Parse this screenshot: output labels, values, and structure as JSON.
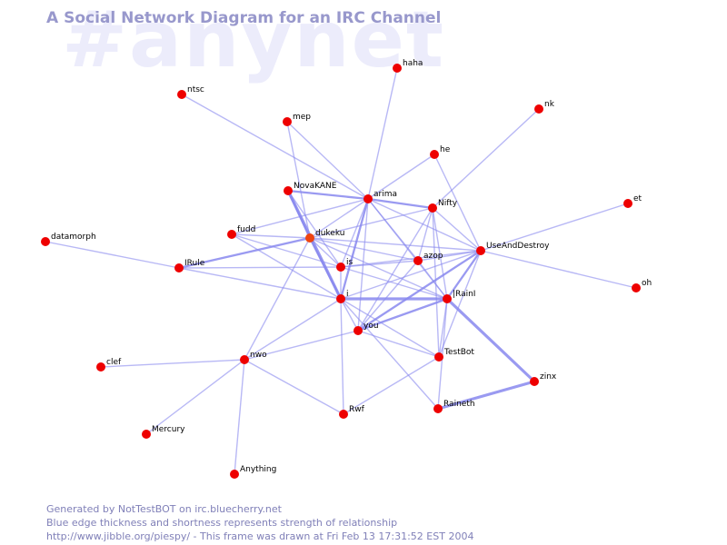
{
  "watermark": "#anynet",
  "title": "A Social Network Diagram for an IRC Channel",
  "footer": {
    "line1": "Generated by NotTestBOT on irc.bluecherry.net",
    "line2": "Blue edge thickness and shortness represents strength of relationship",
    "line3": "http://www.jibble.org/piespy/ - This frame was drawn at Fri Feb 13 17:31:52 EST 2004"
  },
  "colors": {
    "node": "#ee0000",
    "node_highlight": "#ee4411",
    "edge": "#8888ee",
    "title": "#9898cc",
    "watermark": "#ececfb",
    "footer": "#8080b8"
  },
  "nodes": [
    {
      "id": "haha",
      "label": "haha"
    },
    {
      "id": "ntsc",
      "label": "ntsc"
    },
    {
      "id": "mep",
      "label": "mep"
    },
    {
      "id": "nk",
      "label": "nk"
    },
    {
      "id": "he",
      "label": "he"
    },
    {
      "id": "NovaKANE",
      "label": "NovaKANE"
    },
    {
      "id": "arima",
      "label": "arima"
    },
    {
      "id": "Nifty",
      "label": "Nifty"
    },
    {
      "id": "et",
      "label": "et"
    },
    {
      "id": "fudd",
      "label": "fudd"
    },
    {
      "id": "dukeku",
      "label": "dukeku",
      "highlight": true
    },
    {
      "id": "datamorph",
      "label": "datamorph"
    },
    {
      "id": "UseAndDestroy",
      "label": "UseAndDestroy"
    },
    {
      "id": "IRule",
      "label": "IRule"
    },
    {
      "id": "is",
      "label": "is"
    },
    {
      "id": "azop",
      "label": "azop"
    },
    {
      "id": "oh",
      "label": "oh"
    },
    {
      "id": "i",
      "label": "i"
    },
    {
      "id": "IRainI",
      "label": "|RainI"
    },
    {
      "id": "you",
      "label": "you"
    },
    {
      "id": "TestBot",
      "label": "TestBot"
    },
    {
      "id": "clef",
      "label": "clef"
    },
    {
      "id": "nwo",
      "label": "nwo"
    },
    {
      "id": "zinx",
      "label": "zinx"
    },
    {
      "id": "Rwf",
      "label": "Rwf"
    },
    {
      "id": "Raineth",
      "label": "Raineth"
    },
    {
      "id": "Mercury",
      "label": "Mercury"
    },
    {
      "id": "Anything",
      "label": "Anything"
    }
  ],
  "edges": [
    {
      "source": "ntsc",
      "target": "arima",
      "weight": 1
    },
    {
      "source": "haha",
      "target": "arima",
      "weight": 1
    },
    {
      "source": "mep",
      "target": "arima",
      "weight": 1
    },
    {
      "source": "mep",
      "target": "dukeku",
      "weight": 1
    },
    {
      "source": "he",
      "target": "arima",
      "weight": 1
    },
    {
      "source": "he",
      "target": "UseAndDestroy",
      "weight": 1
    },
    {
      "source": "nk",
      "target": "Nifty",
      "weight": 1
    },
    {
      "source": "et",
      "target": "UseAndDestroy",
      "weight": 1
    },
    {
      "source": "oh",
      "target": "UseAndDestroy",
      "weight": 1
    },
    {
      "source": "NovaKANE",
      "target": "arima",
      "weight": 2
    },
    {
      "source": "NovaKANE",
      "target": "dukeku",
      "weight": 2
    },
    {
      "source": "NovaKANE",
      "target": "i",
      "weight": 3
    },
    {
      "source": "NovaKANE",
      "target": "is",
      "weight": 1
    },
    {
      "source": "arima",
      "target": "Nifty",
      "weight": 2
    },
    {
      "source": "arima",
      "target": "dukeku",
      "weight": 1
    },
    {
      "source": "arima",
      "target": "i",
      "weight": 2
    },
    {
      "source": "arima",
      "target": "is",
      "weight": 1
    },
    {
      "source": "arima",
      "target": "azop",
      "weight": 1
    },
    {
      "source": "arima",
      "target": "UseAndDestroy",
      "weight": 1
    },
    {
      "source": "arima",
      "target": "IRainI",
      "weight": 1
    },
    {
      "source": "arima",
      "target": "fudd",
      "weight": 1
    },
    {
      "source": "arima",
      "target": "you",
      "weight": 1
    },
    {
      "source": "Nifty",
      "target": "UseAndDestroy",
      "weight": 1
    },
    {
      "source": "Nifty",
      "target": "azop",
      "weight": 1
    },
    {
      "source": "Nifty",
      "target": "IRainI",
      "weight": 1
    },
    {
      "source": "Nifty",
      "target": "dukeku",
      "weight": 1
    },
    {
      "source": "Nifty",
      "target": "you",
      "weight": 1
    },
    {
      "source": "Nifty",
      "target": "TestBot",
      "weight": 1
    },
    {
      "source": "fudd",
      "target": "dukeku",
      "weight": 1
    },
    {
      "source": "fudd",
      "target": "is",
      "weight": 1
    },
    {
      "source": "fudd",
      "target": "i",
      "weight": 1
    },
    {
      "source": "datamorph",
      "target": "IRule",
      "weight": 1
    },
    {
      "source": "IRule",
      "target": "dukeku",
      "weight": 2
    },
    {
      "source": "IRule",
      "target": "i",
      "weight": 1
    },
    {
      "source": "IRule",
      "target": "is",
      "weight": 1
    },
    {
      "source": "dukeku",
      "target": "is",
      "weight": 1
    },
    {
      "source": "dukeku",
      "target": "i",
      "weight": 2
    },
    {
      "source": "dukeku",
      "target": "azop",
      "weight": 1
    },
    {
      "source": "dukeku",
      "target": "IRainI",
      "weight": 1
    },
    {
      "source": "dukeku",
      "target": "nwo",
      "weight": 1
    },
    {
      "source": "dukeku",
      "target": "UseAndDestroy",
      "weight": 1
    },
    {
      "source": "is",
      "target": "i",
      "weight": 1
    },
    {
      "source": "is",
      "target": "azop",
      "weight": 1
    },
    {
      "source": "is",
      "target": "UseAndDestroy",
      "weight": 1
    },
    {
      "source": "is",
      "target": "IRainI",
      "weight": 1
    },
    {
      "source": "azop",
      "target": "UseAndDestroy",
      "weight": 1
    },
    {
      "source": "azop",
      "target": "IRainI",
      "weight": 1
    },
    {
      "source": "azop",
      "target": "you",
      "weight": 1
    },
    {
      "source": "UseAndDestroy",
      "target": "IRainI",
      "weight": 2
    },
    {
      "source": "UseAndDestroy",
      "target": "i",
      "weight": 1
    },
    {
      "source": "UseAndDestroy",
      "target": "you",
      "weight": 2
    },
    {
      "source": "UseAndDestroy",
      "target": "TestBot",
      "weight": 1
    },
    {
      "source": "i",
      "target": "IRainI",
      "weight": 3
    },
    {
      "source": "i",
      "target": "you",
      "weight": 1
    },
    {
      "source": "i",
      "target": "TestBot",
      "weight": 1
    },
    {
      "source": "i",
      "target": "Rwf",
      "weight": 1
    },
    {
      "source": "i",
      "target": "Raineth",
      "weight": 1
    },
    {
      "source": "i",
      "target": "nwo",
      "weight": 1
    },
    {
      "source": "IRainI",
      "target": "you",
      "weight": 2
    },
    {
      "source": "IRainI",
      "target": "TestBot",
      "weight": 1
    },
    {
      "source": "IRainI",
      "target": "zinx",
      "weight": 3
    },
    {
      "source": "IRainI",
      "target": "Raineth",
      "weight": 1
    },
    {
      "source": "you",
      "target": "nwo",
      "weight": 1
    },
    {
      "source": "you",
      "target": "TestBot",
      "weight": 1
    },
    {
      "source": "TestBot",
      "target": "Rwf",
      "weight": 1
    },
    {
      "source": "zinx",
      "target": "Raineth",
      "weight": 3
    },
    {
      "source": "clef",
      "target": "nwo",
      "weight": 1
    },
    {
      "source": "nwo",
      "target": "Rwf",
      "weight": 1
    },
    {
      "source": "nwo",
      "target": "Mercury",
      "weight": 1
    },
    {
      "source": "nwo",
      "target": "Anything",
      "weight": 1
    }
  ]
}
